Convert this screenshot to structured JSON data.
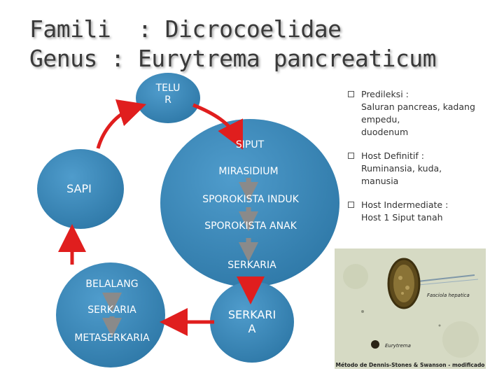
{
  "title": {
    "line1": "Famili  : Dicrocoelidae",
    "line2": "Genus : Eurytrema pancreaticum"
  },
  "diagram": {
    "telur": "TELU\nR",
    "sapi": "SAPI",
    "siput": "SIPUT",
    "mirasidium": "MIRASIDIUM",
    "sporokista_induk": "SPOROKISTA INDUK",
    "sporokista_anak": "SPOROKISTA ANAK",
    "serkaria_main": "SERKARIA",
    "serkaria_free": "SERKARI\nA",
    "belalang": "BELALANG",
    "serkaria_belalang": "SERKARIA",
    "metaserkaria": "METASERKARIA"
  },
  "bullets": [
    {
      "lines": [
        "Predileksi :",
        "Saluran pancreas, kadang",
        "empedu,",
        "duodenum"
      ]
    },
    {
      "lines": [
        "Host Definitif :",
        "Ruminansia, kuda,",
        "manusia"
      ]
    },
    {
      "lines": [
        "Host Indermediate :",
        "Host 1 Siput tanah"
      ]
    }
  ],
  "photo": {
    "label_fasciola": "Fasciola hepatica",
    "label_eurytrema": "Eurytrema",
    "caption": "Método de Dennis-Stones & Swanson - modificado"
  },
  "colors": {
    "circle": "#3c88b8",
    "arrow_red": "#e01e1e",
    "arrow_gray": "#8a8a8a"
  }
}
